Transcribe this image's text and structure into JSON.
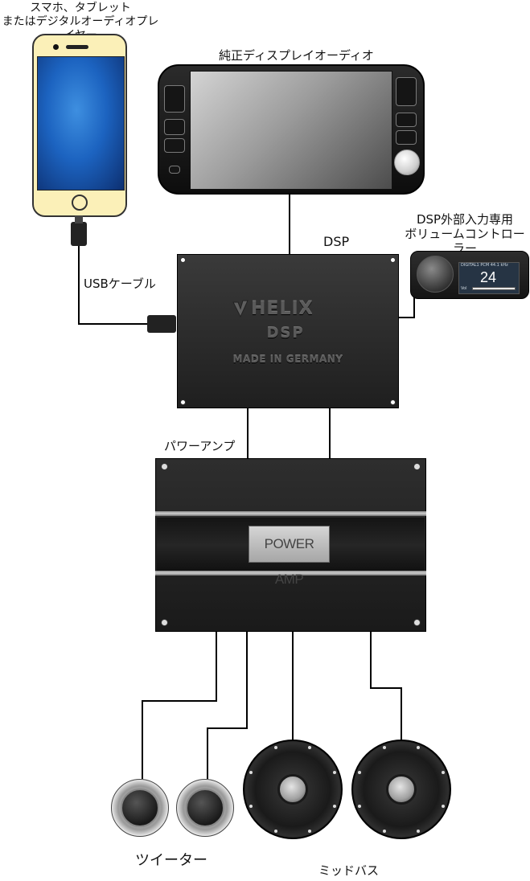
{
  "labels": {
    "phone": "スマホ、タブレット\nまたはデジタルオーディオプレイヤー",
    "headunit": "純正ディスプレイオーディオ",
    "dsp": "DSP",
    "controller": "DSP外部入力専用\nボリュームコントローラー",
    "usb_cable": "USBケーブル",
    "power_amp": "パワーアンプ",
    "tweeter": "ツイーター",
    "midbass": "ミッドバス"
  },
  "dsp_unit": {
    "brand": "HELIX",
    "model": "DSP",
    "origin": "MADE IN GERMANY"
  },
  "amp_unit": {
    "badge": "POWER AMP"
  },
  "controller_unit": {
    "display_header": "DIGITAL1   PCM 44.1 kHz",
    "display_value": "24",
    "display_footer": "Vol"
  }
}
